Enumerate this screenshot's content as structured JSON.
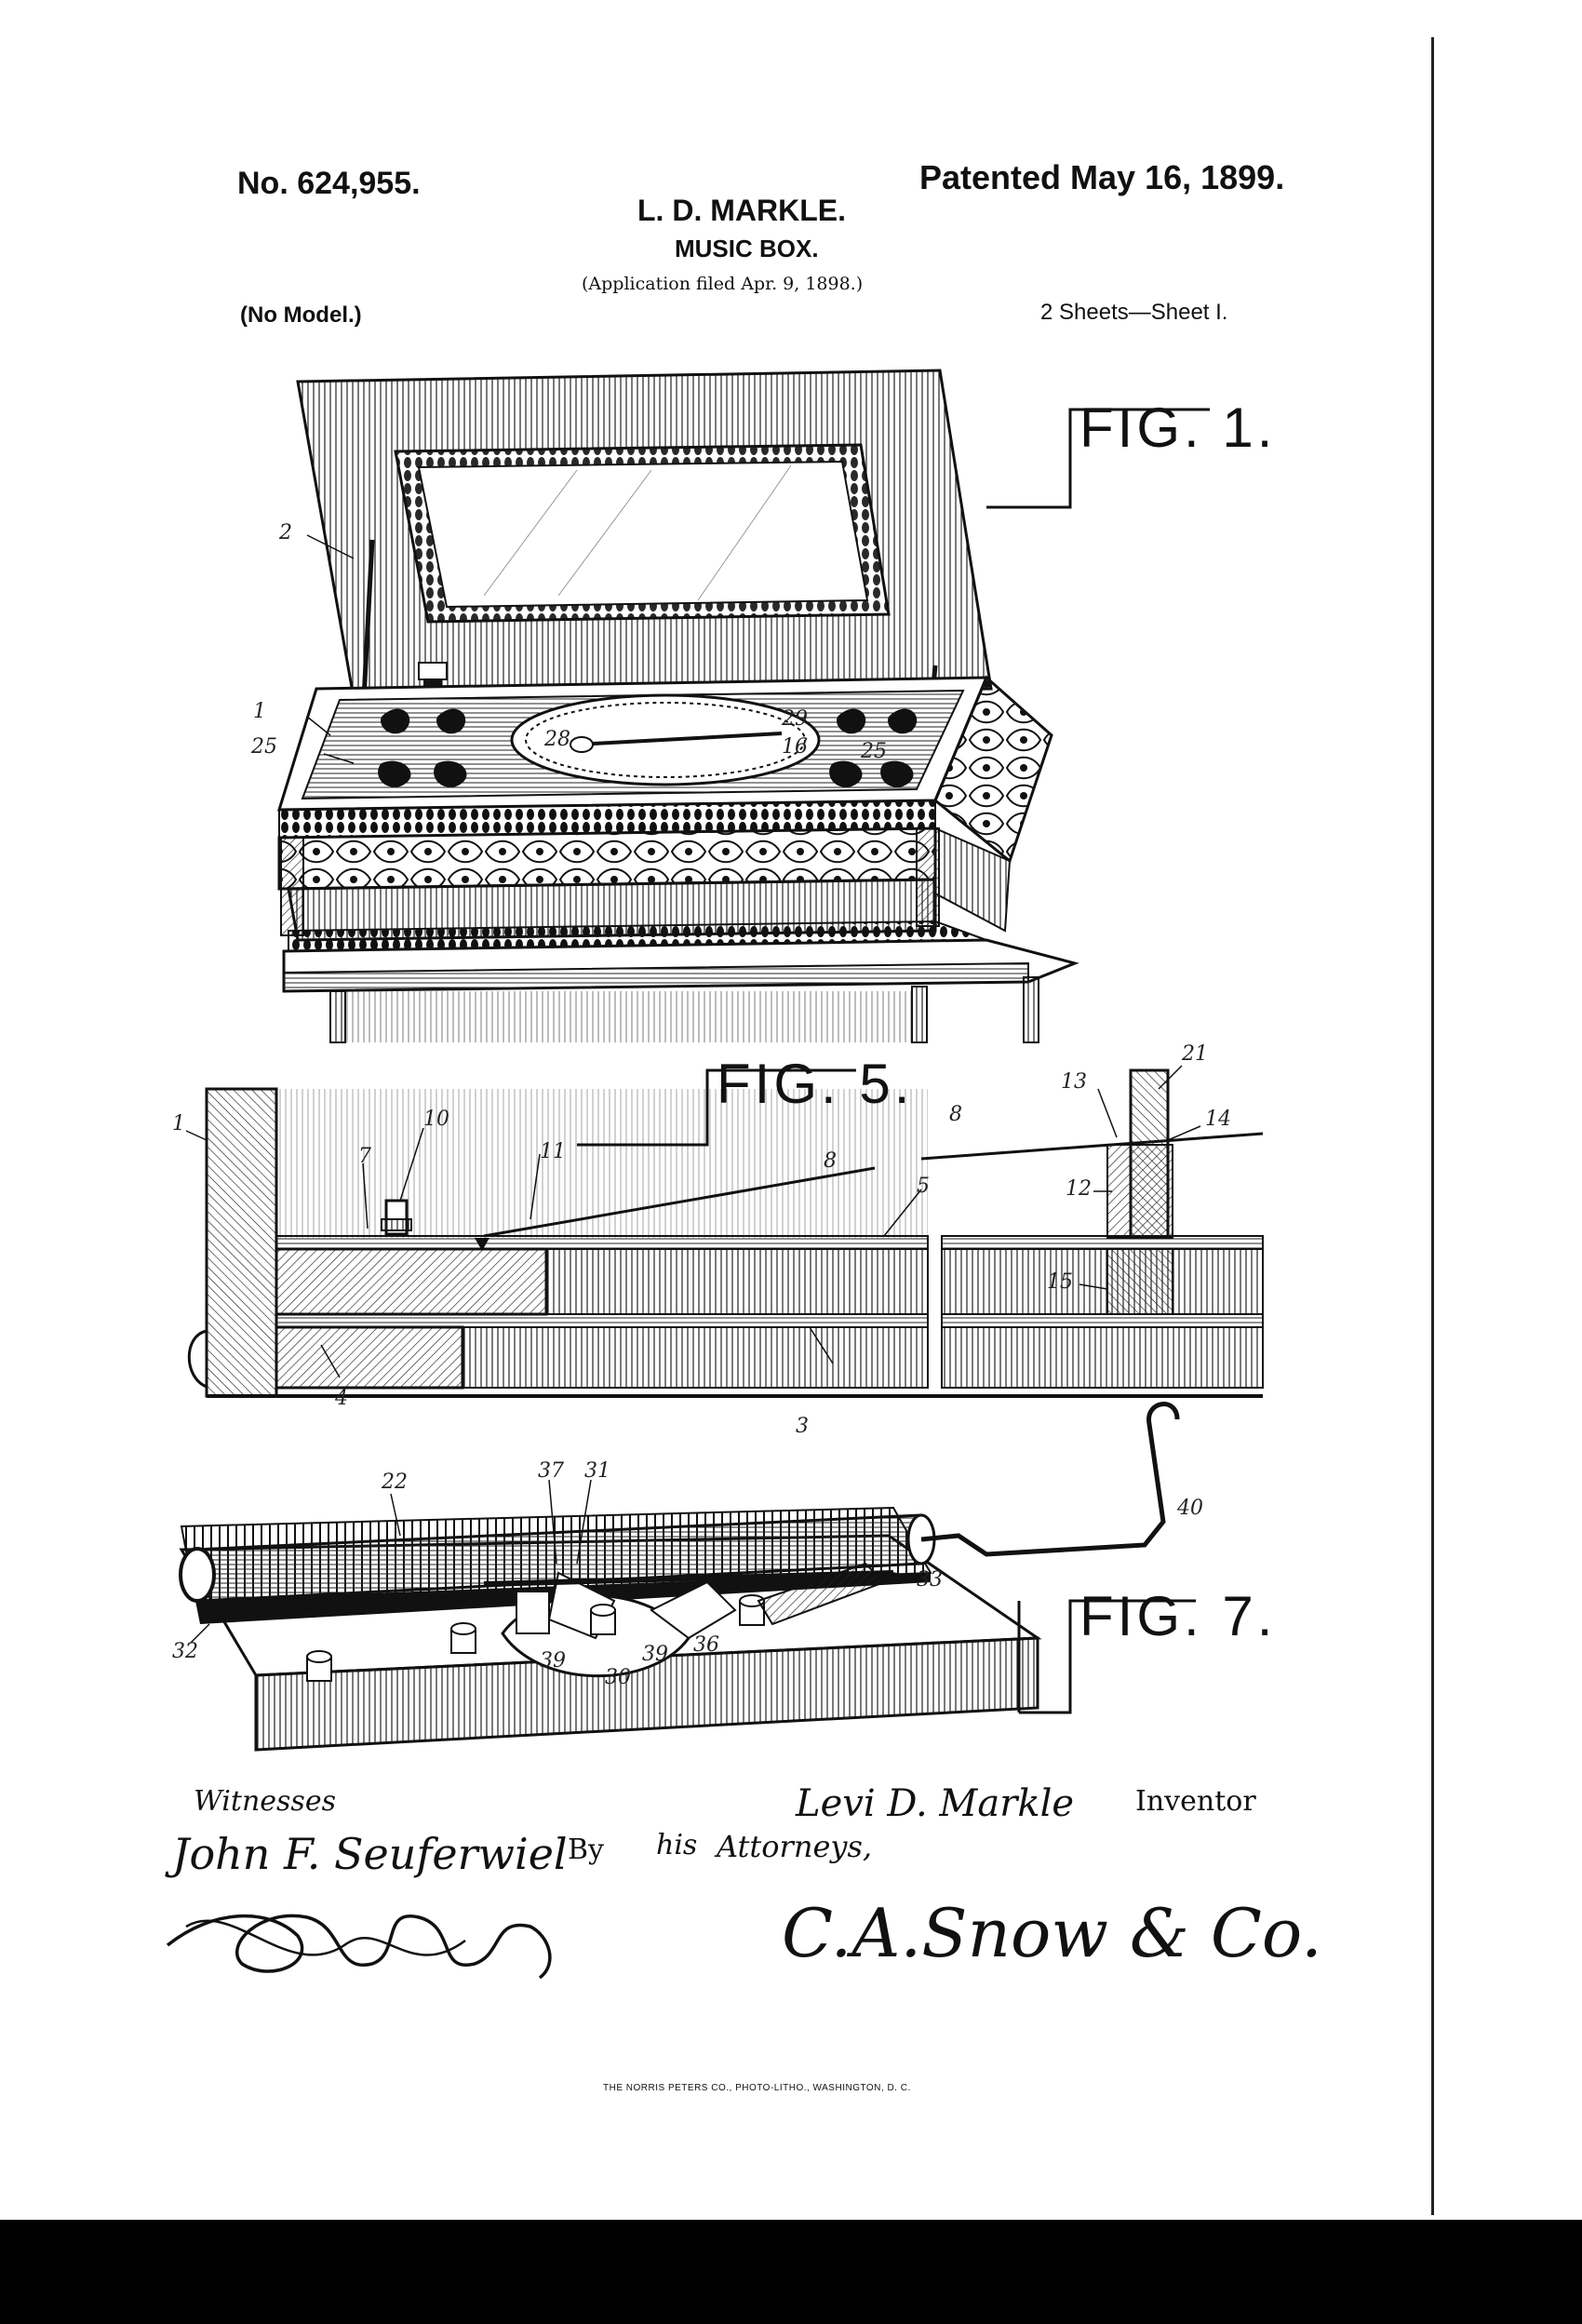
{
  "header": {
    "patent_number": "No. 624,955.",
    "patent_date": "Patented May 16, 1899.",
    "inventor_name": "L. D. MARKLE.",
    "title": "MUSIC BOX.",
    "application": "(Application filed Apr. 9, 1898.)",
    "model": "(No Model.)",
    "sheets": "2 Sheets—Sheet I."
  },
  "figures": {
    "fig1": {
      "label": "FIG. 1.",
      "refs": [
        "2",
        "1",
        "25",
        "28",
        "29",
        "16",
        "25"
      ]
    },
    "fig5": {
      "label": "FIG. 5.",
      "refs": [
        "1",
        "10",
        "7",
        "11",
        "8",
        "5",
        "8",
        "13",
        "21",
        "14",
        "12",
        "15",
        "4",
        "3"
      ]
    },
    "fig7": {
      "label": "FIG. 7.",
      "refs": [
        "22",
        "37",
        "31",
        "40",
        "32",
        "33",
        "39",
        "30",
        "39",
        "36"
      ]
    }
  },
  "signatures": {
    "witnesses_label": "Witnesses",
    "witness_1": "John F. Seuferwiel",
    "inventor_signature": "Levi D. Markle",
    "inventor_label": "Inventor",
    "by_label": "By",
    "his_label": "his",
    "attorneys_label": "Attorneys,",
    "attorneys_signature": "C.A.Snow & Co."
  },
  "footer": {
    "printer": "THE NORRIS PETERS CO., PHOTO-LITHO., WASHINGTON, D. C."
  }
}
